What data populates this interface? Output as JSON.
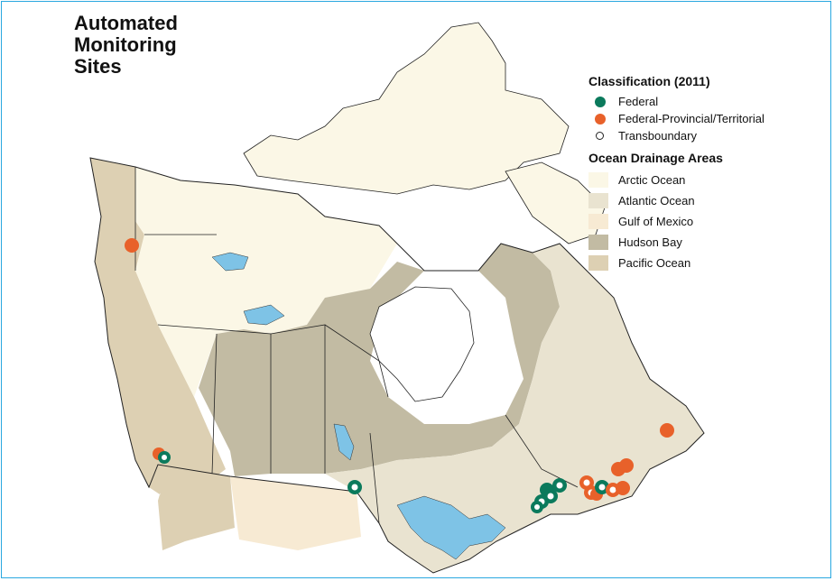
{
  "title": {
    "line1": "Automated",
    "line2": "Monitoring",
    "line3": "Sites"
  },
  "legend": {
    "classification_heading": "Classification (2011)",
    "classification": [
      {
        "label": "Federal",
        "color": "#0b7a5c",
        "icon": "filled-circle"
      },
      {
        "label": "Federal-Provincial/Territorial",
        "color": "#e8612a",
        "icon": "filled-circle"
      },
      {
        "label": "Transboundary",
        "color": "#ffffff",
        "icon": "hollow-circle"
      }
    ],
    "drainage_heading": "Ocean Drainage Areas",
    "drainage": [
      {
        "label": "Arctic Ocean",
        "color": "#fbf7e6"
      },
      {
        "label": "Atlantic Ocean",
        "color": "#e9e3d0"
      },
      {
        "label": "Gulf of Mexico",
        "color": "#f7ead3"
      },
      {
        "label": "Hudson Bay",
        "color": "#c2bba3"
      },
      {
        "label": "Pacific Ocean",
        "color": "#ddd0b3"
      }
    ]
  },
  "colors": {
    "water": "#7ec3e6",
    "border": "#2aa8e0",
    "coast": "#222222"
  }
}
